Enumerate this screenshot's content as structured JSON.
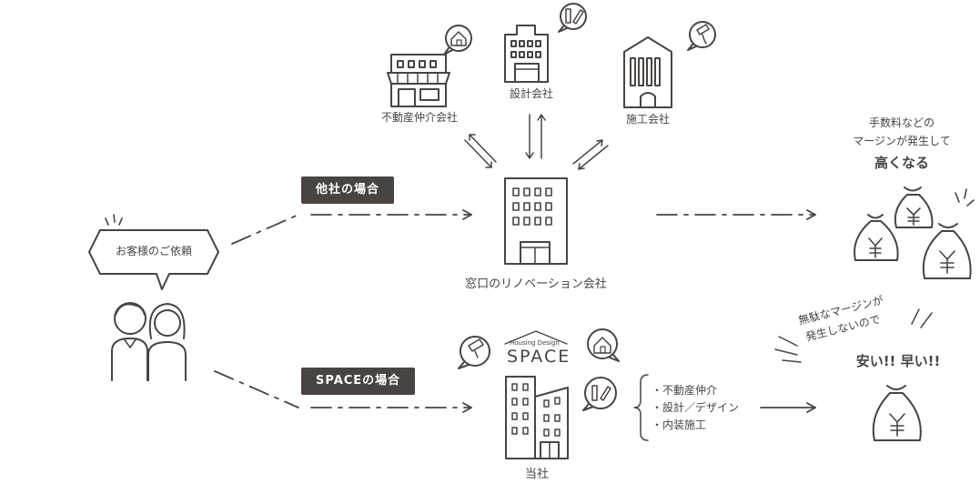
{
  "companies": {
    "real_estate": "不動産仲介会社",
    "design": "設計会社",
    "construction": "施工会社"
  },
  "other_company": {
    "badge": "他社の場合",
    "window_company": "窓口のリノベーション会社",
    "result_lines": [
      "手数料などの",
      "マージンが発生して"
    ],
    "result_emphasis": "高くなる"
  },
  "customer": {
    "bubble": "お客様のご依頼"
  },
  "space_case": {
    "badge": "SPACEの場合",
    "logo_small": "Housing Design",
    "logo_main": "SPACE",
    "services": [
      "・不動産仲介",
      "・設計／デザイン",
      "・内装施工"
    ],
    "our_company": "当社",
    "note_line1": "無駄なマージンが",
    "note_line2": "発生しないので",
    "result_emphasis": "安い!! 早い!!"
  },
  "colors": {
    "ink": "#4a4440",
    "badge_bg": "#4a4440",
    "badge_text": "#ffffff"
  },
  "icons": [
    "house-chat-icon",
    "ruler-pencil-chat-icon",
    "paint-roller-chat-icon",
    "yen-money-bag-icon",
    "storefront-icon",
    "office-building-icon",
    "factory-icon",
    "customers-icon",
    "tower-building-icon"
  ]
}
